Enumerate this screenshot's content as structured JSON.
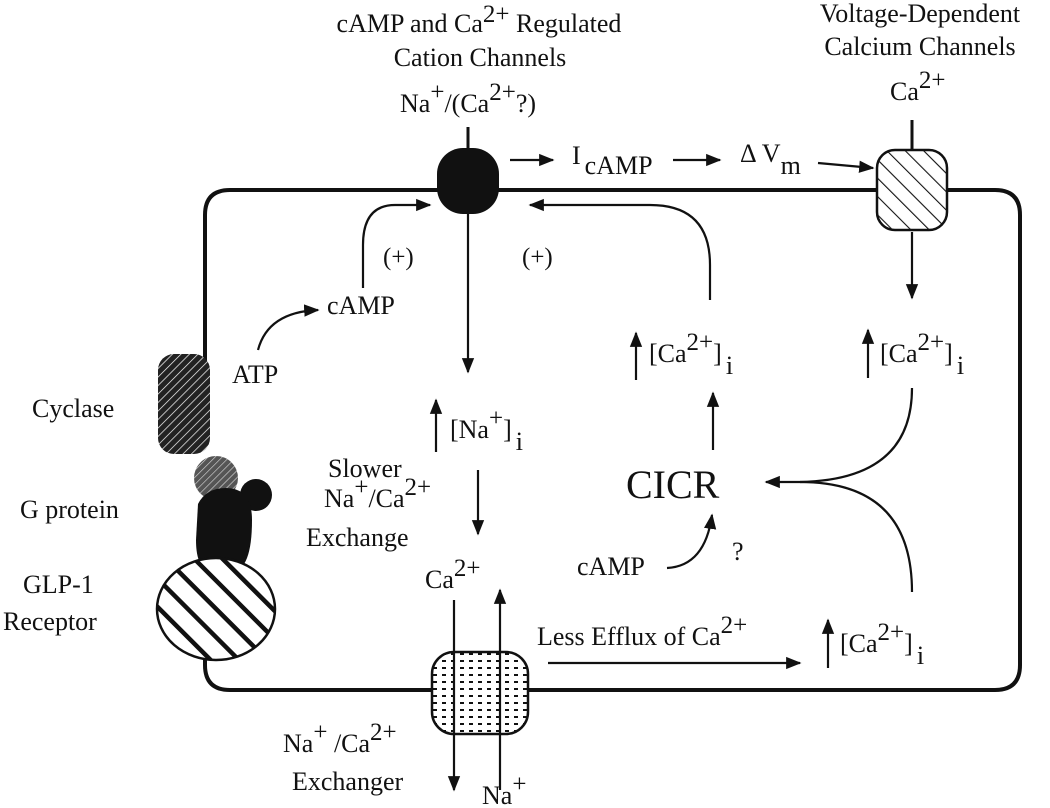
{
  "titles": {
    "cation_channels_line1": "cAMP and Ca",
    "cation_channels_line1_sup": "2+",
    "cation_channels_line1_tail": " Regulated",
    "cation_channels_line2": "Cation Channels",
    "vdcc_line1": "Voltage-Dependent",
    "vdcc_line2": "Calcium Channels"
  },
  "ions": {
    "na_ca_q_a": "Na",
    "na_ca_q_sup1": "+",
    "na_ca_q_b": "/(Ca",
    "na_ca_q_sup2": "2+",
    "na_ca_q_c": "?)",
    "ca": "Ca",
    "sup_2plus": "2+",
    "na": "Na",
    "sup_plus": "+"
  },
  "signals": {
    "i_camp_I": "I",
    "i_camp_sub": "cAMP",
    "delta_vm": "Δ V",
    "delta_vm_sub": "m",
    "plus": "(+)",
    "camp": "cAMP",
    "atp": "ATP",
    "cicr": "CICR",
    "question": "?",
    "less_efflux": "Less Efflux of Ca"
  },
  "concentrations": {
    "ca_i_open": "[Ca",
    "ca_i_close": "]",
    "sub_i": "i",
    "na_i_open": "[Na",
    "na_i_close": "]"
  },
  "labels": {
    "cyclase": "Cyclase",
    "g_protein": "G protein",
    "glp1_line1": "GLP-1",
    "glp1_line2": "Receptor",
    "slower_line1": "Slower",
    "slower_line2a": "Na",
    "slower_line2b": "/Ca",
    "slower_line3": "Exchange",
    "exchanger_line1a": "Na",
    "exchanger_line1b": " /Ca",
    "exchanger_line2": "Exchanger"
  },
  "colors": {
    "ink": "#111111",
    "background": "#ffffff"
  }
}
